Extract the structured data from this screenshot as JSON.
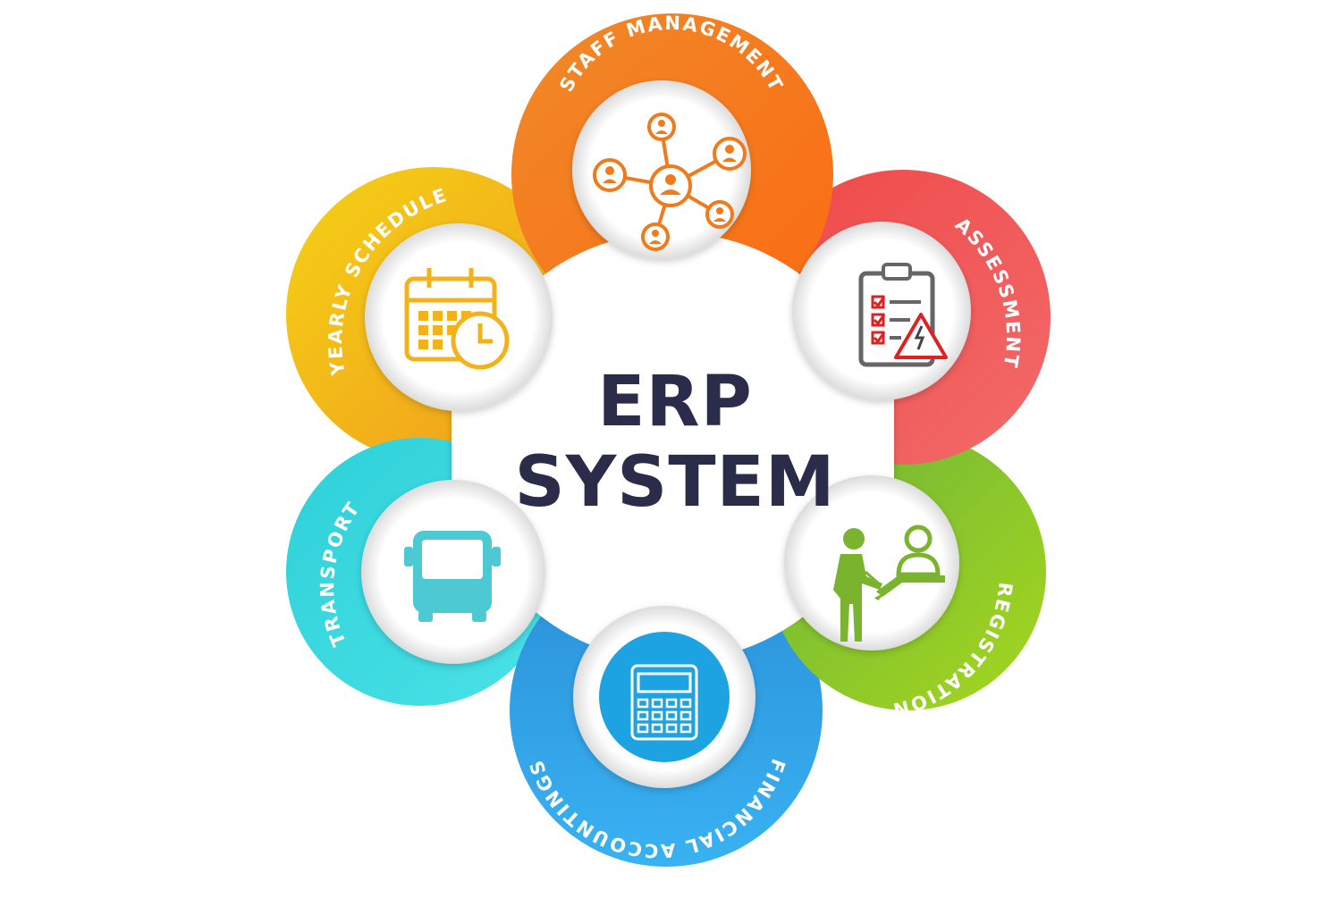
{
  "title": {
    "line1": "ERP",
    "line2": "SYSTEM"
  },
  "modules": [
    {
      "id": "staff",
      "label": "STAFF MANAGEMENT",
      "icon": "staff-network-icon",
      "color": "#f07a1c"
    },
    {
      "id": "assessment",
      "label": "ASSESSMENT",
      "icon": "clipboard-warning-icon",
      "color": "#ee4f4f"
    },
    {
      "id": "registration",
      "label": "REGISTRATION",
      "icon": "registration-desk-icon",
      "color": "#8cc63f"
    },
    {
      "id": "financial",
      "label": "FINANCIAL ACCOUNTINGS",
      "icon": "calculator-icon",
      "color": "#2fa7e8"
    },
    {
      "id": "transport",
      "label": "TRANSPORT",
      "icon": "bus-icon",
      "color": "#33c8d4"
    },
    {
      "id": "yearly",
      "label": "YEARLY SCHEDULE",
      "icon": "calendar-clock-icon",
      "color": "#f3b51a"
    }
  ]
}
